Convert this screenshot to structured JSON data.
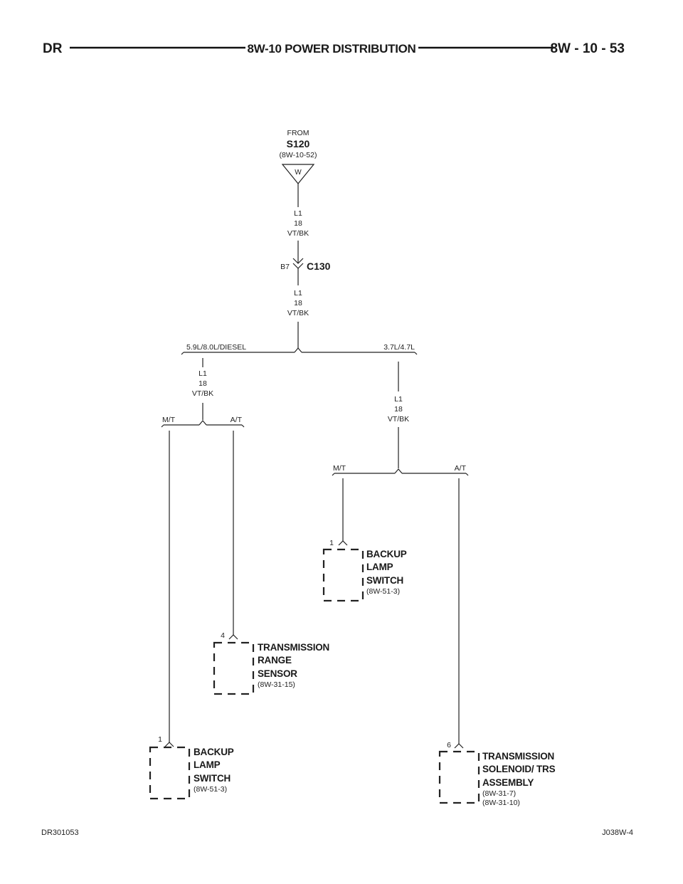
{
  "header": {
    "left": "DR",
    "title": "8W-10 POWER DISTRIBUTION",
    "right": "8W - 10 - 53"
  },
  "source": {
    "from_label": "FROM",
    "splice": "S120",
    "ref": "(8W-10-52)",
    "connector_letter": "W"
  },
  "wire_top": {
    "circuit": "L1",
    "gauge": "18",
    "color": "VT/BK"
  },
  "connector_c130": {
    "pin": "B7",
    "name": "C130"
  },
  "wire_mid": {
    "circuit": "L1",
    "gauge": "18",
    "color": "VT/BK"
  },
  "branch_engine": {
    "left": "5.9L/8.0L/DIESEL",
    "right": "3.7L/4.7L"
  },
  "wire_left": {
    "circuit": "L1",
    "gauge": "18",
    "color": "VT/BK"
  },
  "wire_right": {
    "circuit": "L1",
    "gauge": "18",
    "color": "VT/BK"
  },
  "branch_left": {
    "left": "M/T",
    "right": "A/T"
  },
  "branch_right": {
    "left": "M/T",
    "right": "A/T"
  },
  "components": {
    "backup_right": {
      "pin": "1",
      "lines": [
        "BACKUP",
        "LAMP",
        "SWITCH"
      ],
      "ref": "(8W-51-3)"
    },
    "trs": {
      "pin": "4",
      "lines": [
        "TRANSMISSION",
        "RANGE",
        "SENSOR"
      ],
      "ref": "(8W-31-15)"
    },
    "backup_left": {
      "pin": "1",
      "lines": [
        "BACKUP",
        "LAMP",
        "SWITCH"
      ],
      "ref": "(8W-51-3)"
    },
    "solenoid": {
      "pin": "6",
      "lines": [
        "TRANSMISSION",
        "SOLENOID/ TRS",
        "ASSEMBLY"
      ],
      "refs": [
        "(8W-31-7)",
        "(8W-31-10)"
      ]
    }
  },
  "footer": {
    "left": "DR301053",
    "right": "J038W-4"
  }
}
